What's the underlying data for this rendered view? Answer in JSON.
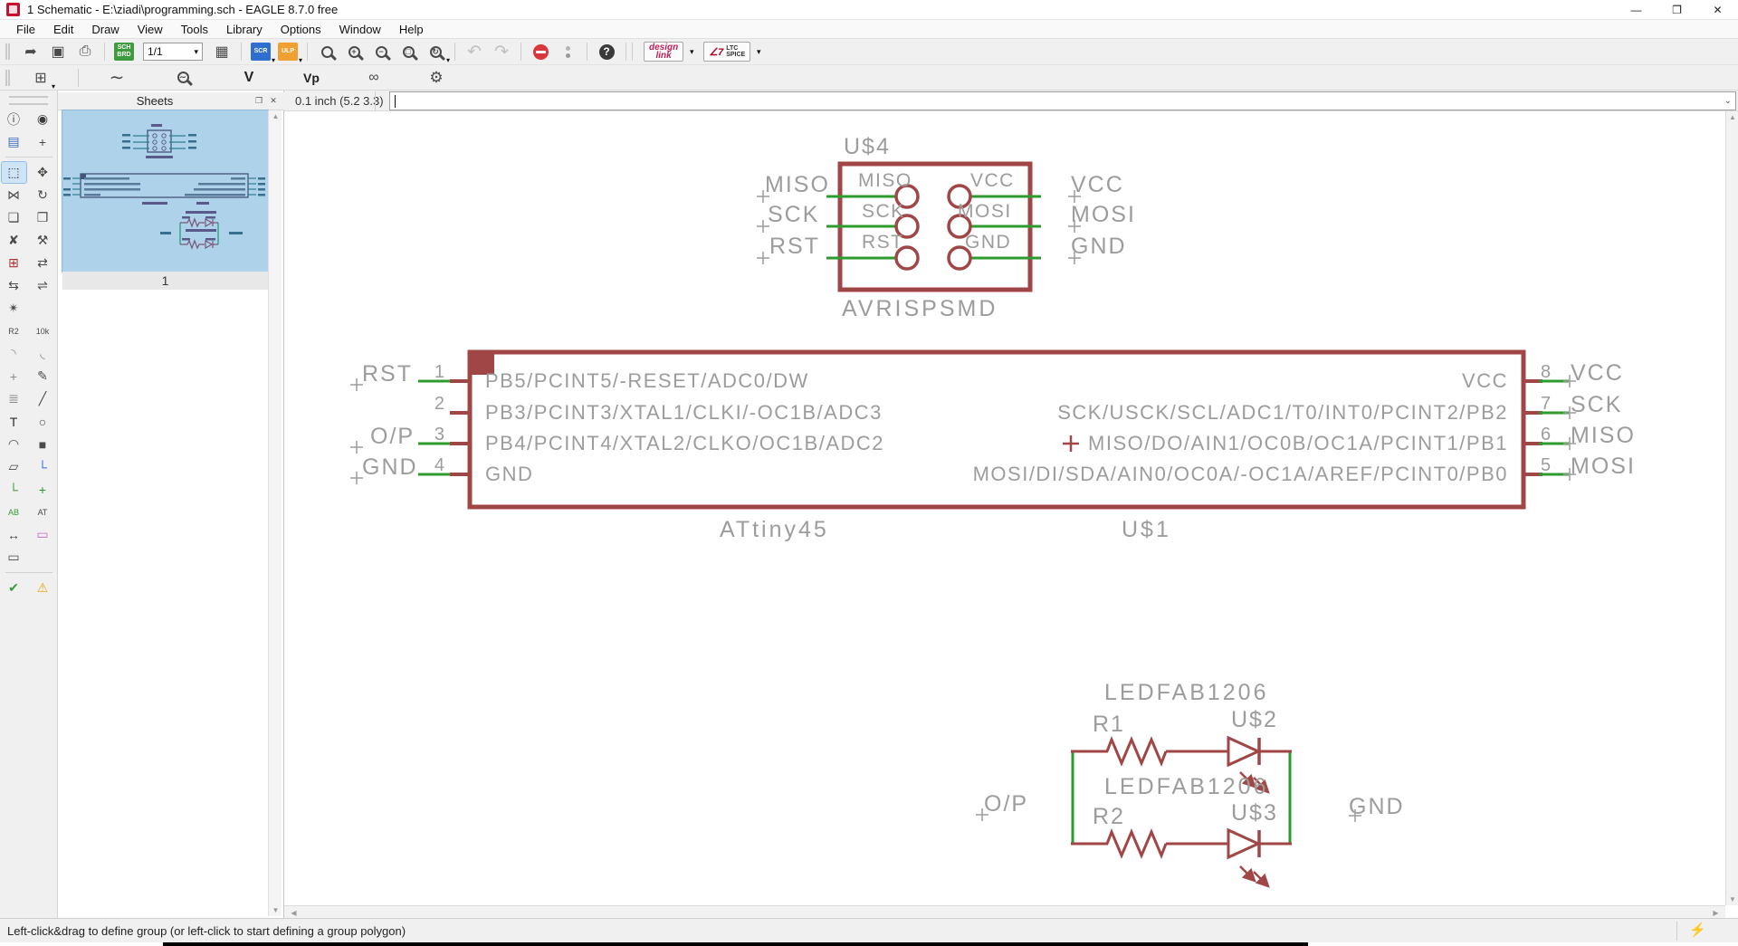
{
  "window": {
    "title": "1 Schematic - E:\\ziadi\\programming.sch - EAGLE 8.7.0 free",
    "minimize_glyph": "—",
    "restore_glyph": "❐",
    "close_glyph": "✕"
  },
  "menubar": {
    "items": [
      "File",
      "Edit",
      "Draw",
      "View",
      "Tools",
      "Library",
      "Options",
      "Window",
      "Help"
    ]
  },
  "toolbar": {
    "export_glyph": "➦",
    "save_glyph": "▣",
    "print_glyph": "⎙",
    "sch_badge_line1": "SCH",
    "sch_badge_line2": "BRD",
    "sheet_selector": "1/1",
    "sheet_selector_caret": "▾",
    "layers_glyph": "▦",
    "scr_badge": "SCR",
    "ulp_badge": "ULP",
    "zoom_fit_sign": "",
    "zoom_in_sign": "+",
    "zoom_out_sign": "−",
    "zoom_select_sign": "□",
    "zoom_redraw_sign": "↻",
    "undo_glyph": "↶",
    "redo_glyph": "↷",
    "help_glyph": "?",
    "design_link_line1": "design",
    "design_link_line2": "link",
    "lt_logo": "∠7",
    "ltc_line1": "LTC",
    "ltc_line2": "SPICE",
    "caret": "▾",
    "grid_glyph": "⊞",
    "wave_glyph": "∼",
    "magq_sign": "∼",
    "v_glyph": "V",
    "vp_glyph": "Vp",
    "link_glyph": "∞",
    "gear_glyph": "⚙"
  },
  "dock": {
    "tools": [
      {
        "name": "info-icon",
        "glyph": "ⓘ",
        "color": "#3a3a3a"
      },
      {
        "name": "eye-icon",
        "glyph": "◉",
        "color": "#3a3a3a"
      },
      {
        "name": "display-layers-icon",
        "glyph": "▤",
        "color": "#3a6bc4"
      },
      {
        "name": "mark-icon",
        "glyph": "+",
        "color": "#4a4a4a"
      },
      {
        "divider": true
      },
      {
        "name": "group-select-tool",
        "glyph": "⬚",
        "color": "#2a2a2a",
        "active": true
      },
      {
        "name": "move-tool",
        "glyph": "✥",
        "color": "#4a4a4a"
      },
      {
        "name": "mirror-tool",
        "glyph": "⋈",
        "color": "#4a4a4a"
      },
      {
        "name": "rotate-tool",
        "glyph": "↻",
        "color": "#4a4a4a"
      },
      {
        "name": "copy-tool",
        "glyph": "❏",
        "color": "#4a4a4a"
      },
      {
        "name": "paste-tool",
        "glyph": "❐",
        "color": "#4a4a4a"
      },
      {
        "name": "delete-tool",
        "glyph": "✘",
        "color": "#4a4a4a"
      },
      {
        "name": "change-tool",
        "glyph": "⚒",
        "color": "#4a4a4a"
      },
      {
        "name": "add-part-tool",
        "glyph": "⊞",
        "color": "#b03030"
      },
      {
        "name": "pinswap-tool",
        "glyph": "⇄",
        "color": "#4a4a4a"
      },
      {
        "name": "crossprobe-tool",
        "glyph": "⇆",
        "color": "#4a4a4a"
      },
      {
        "name": "gateswap-tool",
        "glyph": "⇌",
        "color": "#4a4a4a"
      },
      {
        "name": "smash-tool",
        "glyph": "✴",
        "color": "#4a4a4a"
      },
      {
        "name": "spacer",
        "glyph": "",
        "color": "#4a4a4a"
      },
      {
        "name": "name-tool",
        "glyph": "R2",
        "color": "#4a4a4a"
      },
      {
        "name": "value-tool",
        "glyph": "10k",
        "color": "#4a4a4a"
      },
      {
        "name": "miter-tool",
        "glyph": "◝",
        "color": "#8a8a8a"
      },
      {
        "name": "miter2-tool",
        "glyph": "◟",
        "color": "#8a8a8a"
      },
      {
        "name": "split-tool",
        "glyph": "+",
        "color": "#8a8a8a"
      },
      {
        "name": "invoke-tool",
        "glyph": "✎",
        "color": "#4a4a4a"
      },
      {
        "name": "technology-tool",
        "glyph": "≣",
        "color": "#8a8a8a"
      },
      {
        "name": "wire-tool",
        "glyph": "╱",
        "color": "#4a4a4a"
      },
      {
        "name": "text-tool",
        "glyph": "T",
        "color": "#2a2a2a"
      },
      {
        "name": "circle-tool",
        "glyph": "○",
        "color": "#4a4a4a"
      },
      {
        "name": "arc-tool",
        "glyph": "◠",
        "color": "#4a4a4a"
      },
      {
        "name": "rect-tool",
        "glyph": "■",
        "color": "#4a4a4a"
      },
      {
        "name": "polygon-tool",
        "glyph": "▱",
        "color": "#4a4a4a"
      },
      {
        "name": "bus-tool",
        "glyph": "└",
        "color": "#2b6bd6"
      },
      {
        "name": "net-tool",
        "glyph": "└",
        "color": "#2e9b2e"
      },
      {
        "name": "junction-tool",
        "glyph": "+",
        "color": "#2e9b2e"
      },
      {
        "name": "label-tool",
        "glyph": "AB",
        "color": "#2e9b2e"
      },
      {
        "name": "attribute-tool",
        "glyph": "AT",
        "color": "#4a4a4a"
      },
      {
        "name": "ripup-tool",
        "glyph": "↔",
        "color": "#4a4a4a"
      },
      {
        "name": "dimension-tool",
        "glyph": "▭",
        "color": "#c66cc6"
      },
      {
        "name": "frame-tool",
        "glyph": "▭",
        "color": "#4a4a4a"
      },
      {
        "divider": true
      },
      {
        "name": "erc-check-icon",
        "glyph": "✔",
        "color": "#3a9b3a"
      },
      {
        "name": "errors-icon",
        "glyph": "⚠",
        "color": "#e0a800"
      }
    ]
  },
  "sheets_panel": {
    "title": "Sheets",
    "float_glyph": "❐",
    "close_glyph": "✕",
    "sheet_label": "1"
  },
  "command": {
    "coordinate": "0.1 inch (5.2 3.3)",
    "input_value": "",
    "caret": "⌄"
  },
  "statusbar": {
    "text": "Left-click&drag to define group (or left-click to start defining a group polygon)",
    "bolt_glyph": "⚡"
  },
  "colors": {
    "component": "#a04646",
    "net": "#2e9b2e",
    "label": "#9c9c9c"
  },
  "schematic": {
    "avrisp": {
      "designator": "U$4",
      "value": "AVRISPSMD",
      "left_nets": [
        "MISO",
        "SCK",
        "RST"
      ],
      "left_pins": [
        "MISO",
        "SCK",
        "RST"
      ],
      "right_pins": [
        "VCC",
        "MOSI",
        "GND"
      ],
      "right_nets": [
        "VCC",
        "MOSI",
        "GND"
      ]
    },
    "attiny": {
      "designator": "U$1",
      "value": "ATtiny45",
      "left_pins": [
        {
          "number": "1",
          "net": "RST",
          "label": "PB5/PCINT5/-RESET/ADC0/DW"
        },
        {
          "number": "2",
          "net": "",
          "label": "PB3/PCINT3/XTAL1/CLKI/-OC1B/ADC3"
        },
        {
          "number": "3",
          "net": "O/P",
          "label": "PB4/PCINT4/XTAL2/CLKO/OC1B/ADC2"
        },
        {
          "number": "4",
          "net": "GND",
          "label": "GND"
        }
      ],
      "right_pins": [
        {
          "number": "8",
          "net": "VCC",
          "label": "VCC"
        },
        {
          "number": "7",
          "net": "SCK",
          "label": "SCK/USCK/SCL/ADC1/T0/INT0/PCINT2/PB2"
        },
        {
          "number": "6",
          "net": "MISO",
          "label": "MISO/DO/AIN1/OC0B/OC1A/PCINT1/PB1"
        },
        {
          "number": "5",
          "net": "MOSI",
          "label": "MOSI/DI/SDA/AIN0/OC0A/-OC1A/AREF/PCINT0/PB0"
        }
      ]
    },
    "led_block": {
      "left_net": "O/P",
      "right_net": "GND",
      "branch1": {
        "resistor": "R1",
        "led": "U$2",
        "led_value": "LEDFAB1206"
      },
      "branch2": {
        "resistor": "R2",
        "led": "U$3",
        "led_value": "LEDFAB1206"
      }
    }
  }
}
